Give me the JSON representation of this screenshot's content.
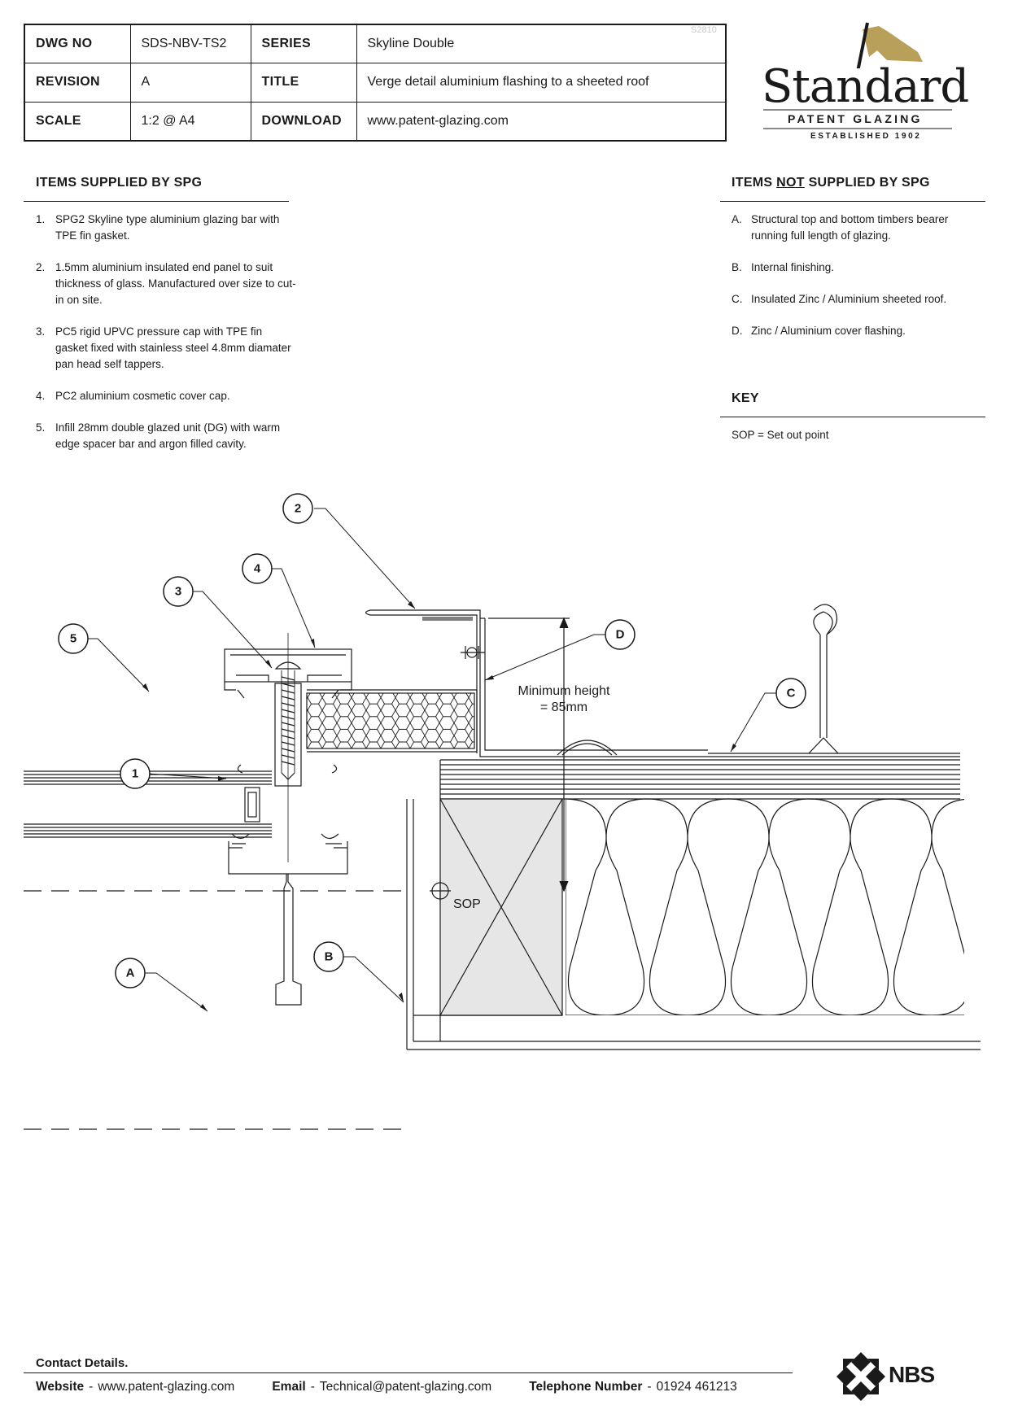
{
  "title_block": {
    "rows": [
      {
        "label1": "DWG NO",
        "value1": "SDS-NBV-TS2",
        "label2": "SERIES",
        "value2": "Skyline Double"
      },
      {
        "label1": "REVISION",
        "value1": "A",
        "label2": "TITLE",
        "value2": "Verge detail aluminium flashing to a sheeted roof"
      },
      {
        "label1": "SCALE",
        "value1": "1:2 @ A4",
        "label2": "DOWNLOAD",
        "value2": "www.patent-glazing.com"
      }
    ],
    "sheet_ref": "S2810"
  },
  "logo": {
    "wordmark": "Standard",
    "subtitle": "PATENT GLAZING",
    "established": "ESTABLISHED 1902",
    "flag_color": "#b8a05a"
  },
  "supplied": {
    "heading": "ITEMS SUPPLIED BY SPG",
    "items": [
      {
        "marker": "1.",
        "text": "SPG2 Skyline type aluminium glazing bar with TPE fin gasket."
      },
      {
        "marker": "2.",
        "text": "1.5mm aluminium insulated end panel to suit thickness of glass. Manufactured over size to cut-in on site."
      },
      {
        "marker": "3.",
        "text": "PC5 rigid UPVC pressure cap with TPE fin gasket fixed with stainless steel 4.8mm diamater pan head self tappers."
      },
      {
        "marker": "4.",
        "text": "PC2 aluminium cosmetic cover cap."
      },
      {
        "marker": "5.",
        "text": "Infill 28mm double glazed unit (DG) with warm edge spacer bar and argon filled cavity."
      }
    ]
  },
  "not_supplied": {
    "heading_pre": "ITEMS ",
    "heading_emph": "NOT",
    "heading_post": " SUPPLIED BY SPG",
    "items": [
      {
        "marker": "A.",
        "text": "Structural top and bottom timbers bearer running full length of glazing."
      },
      {
        "marker": "B.",
        "text": "Internal finishing."
      },
      {
        "marker": "C.",
        "text": "Insulated Zinc / Aluminium sheeted roof."
      },
      {
        "marker": "D.",
        "text": "Zinc / Aluminium cover flashing."
      }
    ]
  },
  "key": {
    "heading": "KEY",
    "items": [
      "SOP = Set out point"
    ]
  },
  "drawing": {
    "callouts": {
      "c1": "1",
      "c2": "2",
      "c3": "3",
      "c4": "4",
      "c5": "5",
      "cA": "A",
      "cB": "B",
      "cC": "C",
      "cD": "D"
    },
    "dimension_line1": "Minimum height",
    "dimension_line2": "= 85mm",
    "sop_label": "SOP",
    "timber_fill": "#e6e6e6"
  },
  "footer": {
    "contact_heading": "Contact Details.",
    "website_label": "Website",
    "website_value": "www.patent-glazing.com",
    "email_label": "Email",
    "email_value": "Technical@patent-glazing.com",
    "phone_label": "Telephone Number",
    "phone_value": "01924 461213",
    "separator": "-",
    "nbs_text": "NBS"
  }
}
